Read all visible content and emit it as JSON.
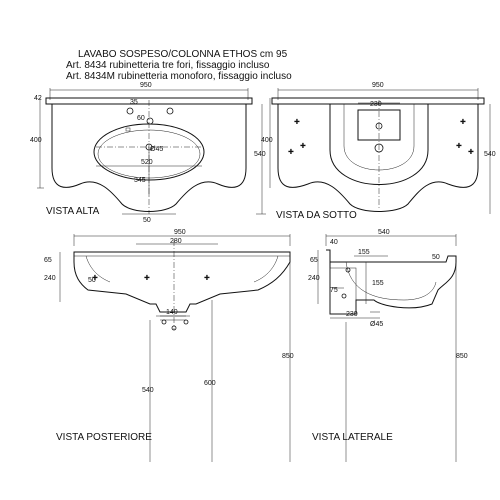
{
  "header": {
    "line1": "LAVABO SOSPESO/COLONNA ETHOS cm 95",
    "line2": "Art. 8434 rubinetteria tre fori, fissaggio incluso",
    "line3": "Art. 8434M rubinetteria monoforo, fissaggio incluso"
  },
  "views": {
    "top": {
      "label": "VISTA ALTA",
      "dims": {
        "width": "950",
        "left_small": "42",
        "left_height": "400",
        "right_height": "540",
        "hole_spacing_a": "60",
        "hole_spacing_b": "35",
        "bowl_width": "520",
        "drain": "Ø45",
        "bowl_depth": "345",
        "bottom_gap": "50"
      }
    },
    "bottom": {
      "label": "VISTA DA SOTTO",
      "dims": {
        "width": "950",
        "inner": "230",
        "left_height": "400",
        "right_height": "540"
      }
    },
    "rear": {
      "label": "VISTA POSTERIORE",
      "dims": {
        "width": "950",
        "span": "280",
        "edge": "65",
        "height": "240",
        "offset": "50",
        "pedestal": "140",
        "h_left": "540",
        "h_mid": "600",
        "h_right": "850"
      }
    },
    "side": {
      "label": "VISTA LATERALE",
      "dims": {
        "depth": "540",
        "top": "40",
        "edge": "65",
        "height": "240",
        "inner_a": "155",
        "inner_b": "155",
        "rad": "75",
        "base": "230",
        "drain": "Ø45",
        "lip": "50",
        "total": "850"
      }
    }
  }
}
